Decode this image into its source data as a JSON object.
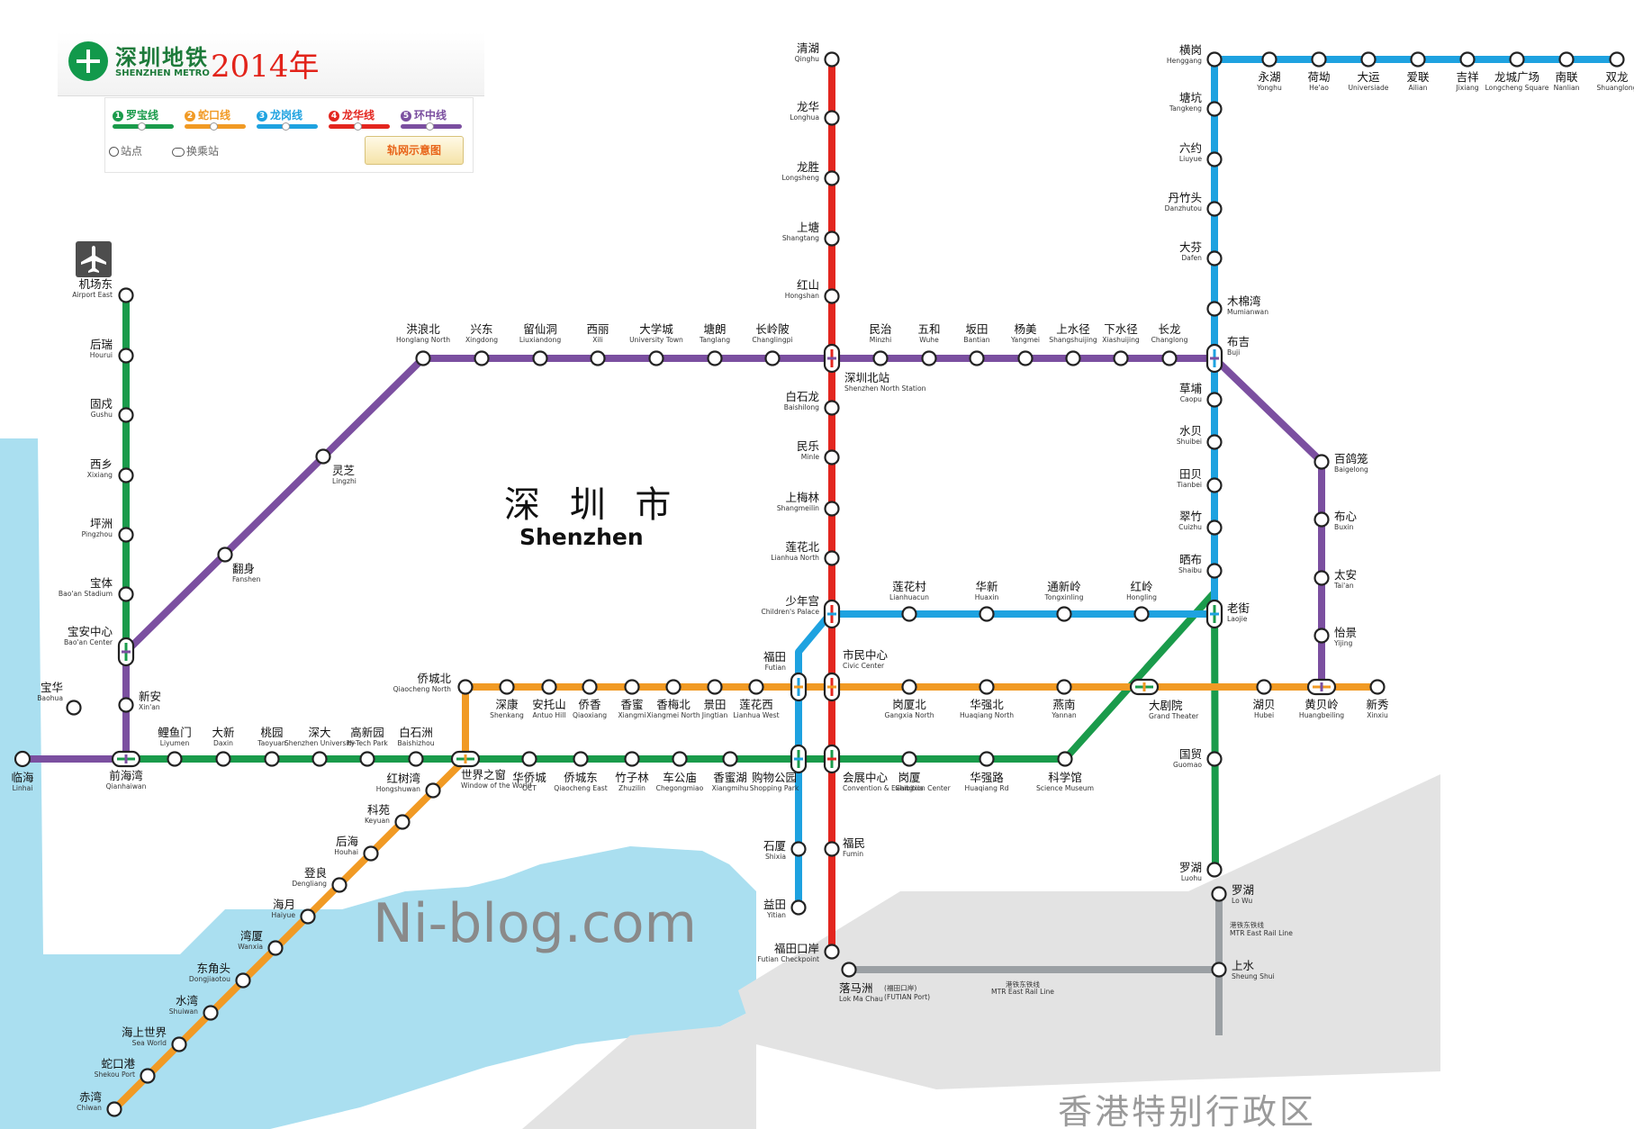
{
  "legend": {
    "logo_cn": "深圳地铁",
    "logo_en": "SHENZHEN METRO",
    "year": "2014年",
    "line1": "罗宝线",
    "line2": "蛇口线",
    "line3": "龙岗线",
    "line4": "龙华线",
    "line5": "环中线",
    "station_label": "站点",
    "transfer_label": "换乘站",
    "button_label": "轨网示意图"
  },
  "colors": {
    "line1": "#1a9b4b",
    "line2": "#f19a24",
    "line3": "#1ea2e0",
    "line4": "#e3261f",
    "line5": "#7b4fa0",
    "mtr": "#9ba0a4",
    "water": "#aadff0",
    "hk_land": "#e3e3e3"
  },
  "labels": {
    "city_cn": "深 圳 市",
    "city_en": "Shenzhen",
    "watermark": "Ni-blog.com",
    "hk": "香港特别行政区",
    "mtr_cn": "港铁东铁线",
    "mtr_en": "MTR East Rail Line"
  },
  "stations": {
    "airport_east": {
      "cn": "机场东",
      "en": "Airport East"
    },
    "hourui": {
      "cn": "后瑞",
      "en": "Hourui"
    },
    "gushu": {
      "cn": "固戍",
      "en": "Gushu"
    },
    "xixiang": {
      "cn": "西乡",
      "en": "Xixiang"
    },
    "pingzhou": {
      "cn": "坪洲",
      "en": "Pingzhou"
    },
    "baoan_stadium": {
      "cn": "宝体",
      "en": "Bao'an Stadium"
    },
    "baoan_center": {
      "cn": "宝安中心",
      "en": "Bao'an Center"
    },
    "xinan": {
      "cn": "新安",
      "en": "Xin'an"
    },
    "qianhaiwan": {
      "cn": "前海湾",
      "en": "Qianhaiwan"
    },
    "liyumen": {
      "cn": "鲤鱼门",
      "en": "Liyumen"
    },
    "daxin": {
      "cn": "大新",
      "en": "Daxin"
    },
    "taoyuan": {
      "cn": "桃园",
      "en": "Taoyuan"
    },
    "shenzhen_university": {
      "cn": "深大",
      "en": "Shenzhen University"
    },
    "hitech_park": {
      "cn": "高新园",
      "en": "Hi-Tech Park"
    },
    "baishizhou": {
      "cn": "白石洲",
      "en": "Baishizhou"
    },
    "window_world": {
      "cn": "世界之窗",
      "en": "Window of the World"
    },
    "oct": {
      "cn": "华侨城",
      "en": "OCT"
    },
    "qiaocheng_east": {
      "cn": "侨城东",
      "en": "Qiaocheng East"
    },
    "zhuzilin": {
      "cn": "竹子林",
      "en": "Zhuzilin"
    },
    "chegongmiao": {
      "cn": "车公庙",
      "en": "Chegongmiao"
    },
    "xiangmihu": {
      "cn": "香蜜湖",
      "en": "Xiangmihu"
    },
    "shopping_park": {
      "cn": "购物公园",
      "en": "Shopping Park"
    },
    "convention_center": {
      "cn": "会展中心",
      "en": "Convention & Exhibition Center"
    },
    "gangxia": {
      "cn": "岗厦",
      "en": "Gangxia"
    },
    "huaqiang_rd": {
      "cn": "华强路",
      "en": "Huaqiang Rd"
    },
    "science_museum": {
      "cn": "科学馆",
      "en": "Science Museum"
    },
    "grand_theater": {
      "cn": "大剧院",
      "en": "Grand Theater"
    },
    "laojie": {
      "cn": "老街",
      "en": "Laojie"
    },
    "guomao": {
      "cn": "国贸",
      "en": "Guomao"
    },
    "luohu": {
      "cn": "罗湖",
      "en": "Luohu"
    },
    "linhai": {
      "cn": "临海",
      "en": "Linhai"
    },
    "baohua": {
      "cn": "宝华",
      "en": "Baohua"
    },
    "fanshen": {
      "cn": "翻身",
      "en": "Fanshen"
    },
    "lingzhi": {
      "cn": "灵芝",
      "en": "Lingzhi"
    },
    "honglang_north": {
      "cn": "洪浪北",
      "en": "Honglang North"
    },
    "xingdong": {
      "cn": "兴东",
      "en": "Xingdong"
    },
    "liuxiandong": {
      "cn": "留仙洞",
      "en": "Liuxiandong"
    },
    "xili": {
      "cn": "西丽",
      "en": "Xili"
    },
    "university_town": {
      "cn": "大学城",
      "en": "University Town"
    },
    "tanglang": {
      "cn": "塘朗",
      "en": "Tanglang"
    },
    "changlingpi": {
      "cn": "长岭陂",
      "en": "Changlingpi"
    },
    "shenzhen_north": {
      "cn": "深圳北站",
      "en": "Shenzhen North Station"
    },
    "minzhi": {
      "cn": "民治",
      "en": "Minzhi"
    },
    "wuhe": {
      "cn": "五和",
      "en": "Wuhe"
    },
    "bantian": {
      "cn": "坂田",
      "en": "Bantian"
    },
    "yangmei": {
      "cn": "杨美",
      "en": "Yangmei"
    },
    "shangshuijing": {
      "cn": "上水径",
      "en": "Shangshuijing"
    },
    "xiashuijing": {
      "cn": "下水径",
      "en": "Xiashuijing"
    },
    "changlong": {
      "cn": "长龙",
      "en": "Changlong"
    },
    "buji": {
      "cn": "布吉",
      "en": "Buji"
    },
    "baigelong": {
      "cn": "百鸽笼",
      "en": "Baigelong"
    },
    "buxin": {
      "cn": "布心",
      "en": "Buxin"
    },
    "taian": {
      "cn": "太安",
      "en": "Tai'an"
    },
    "yijing": {
      "cn": "怡景",
      "en": "Yijing"
    },
    "huangbeiling": {
      "cn": "黄贝岭",
      "en": "Huangbeiling"
    },
    "qinghu": {
      "cn": "清湖",
      "en": "Qinghu"
    },
    "longhua": {
      "cn": "龙华",
      "en": "Longhua"
    },
    "longsheng": {
      "cn": "龙胜",
      "en": "Longsheng"
    },
    "shangtang": {
      "cn": "上塘",
      "en": "Shangtang"
    },
    "hongshan": {
      "cn": "红山",
      "en": "Hongshan"
    },
    "baishilong": {
      "cn": "白石龙",
      "en": "Baishilong"
    },
    "minle": {
      "cn": "民乐",
      "en": "Minle"
    },
    "shangmeilin": {
      "cn": "上梅林",
      "en": "Shangmeilin"
    },
    "lianhua_north": {
      "cn": "莲花北",
      "en": "Lianhua North"
    },
    "childrens_palace": {
      "cn": "少年宫",
      "en": "Children's Palace"
    },
    "civic_center": {
      "cn": "市民中心",
      "en": "Civic Center"
    },
    "fumin": {
      "cn": "福民",
      "en": "Fumin"
    },
    "futian_checkpoint": {
      "cn": "福田口岸",
      "en": "Futian Checkpoint"
    },
    "lianhuacun": {
      "cn": "莲花村",
      "en": "Lianhuacun"
    },
    "huaxin": {
      "cn": "华新",
      "en": "Huaxin"
    },
    "tongxinling": {
      "cn": "通新岭",
      "en": "Tongxinling"
    },
    "hongling": {
      "cn": "红岭",
      "en": "Hongling"
    },
    "futian": {
      "cn": "福田",
      "en": "Futian"
    },
    "shixia": {
      "cn": "石厦",
      "en": "Shixia"
    },
    "yitian": {
      "cn": "益田",
      "en": "Yitian"
    },
    "caopu": {
      "cn": "草埔",
      "en": "Caopu"
    },
    "shuibei": {
      "cn": "水贝",
      "en": "Shuibei"
    },
    "tianbei": {
      "cn": "田贝",
      "en": "Tianbei"
    },
    "cuizhu": {
      "cn": "翠竹",
      "en": "Cuizhu"
    },
    "shaibu": {
      "cn": "晒布",
      "en": "Shaibu"
    },
    "mumianwan": {
      "cn": "木棉湾",
      "en": "Mumianwan"
    },
    "dafen": {
      "cn": "大芬",
      "en": "Dafen"
    },
    "danzhutou": {
      "cn": "丹竹头",
      "en": "Danzhutou"
    },
    "liuyue": {
      "cn": "六约",
      "en": "Liuyue"
    },
    "tangkeng": {
      "cn": "塘坑",
      "en": "Tangkeng"
    },
    "henggang": {
      "cn": "横岗",
      "en": "Henggang"
    },
    "yonghu": {
      "cn": "永湖",
      "en": "Yonghu"
    },
    "heao": {
      "cn": "荷坳",
      "en": "He'ao"
    },
    "universiade": {
      "cn": "大运",
      "en": "Universiade"
    },
    "ailian": {
      "cn": "爱联",
      "en": "Ailian"
    },
    "jixiang": {
      "cn": "吉祥",
      "en": "Jixiang"
    },
    "longcheng_square": {
      "cn": "龙城广场",
      "en": "Longcheng Square"
    },
    "nanlian": {
      "cn": "南联",
      "en": "Nanlian"
    },
    "shuanglong": {
      "cn": "双龙",
      "en": "Shuanglong"
    },
    "qiaocheng_north": {
      "cn": "侨城北",
      "en": "Qiaocheng North"
    },
    "shenkang": {
      "cn": "深康",
      "en": "Shenkang"
    },
    "antuo_hill": {
      "cn": "安托山",
      "en": "Antuo Hill"
    },
    "qiaoxiang": {
      "cn": "侨香",
      "en": "Qiaoxiang"
    },
    "xiangmi": {
      "cn": "香蜜",
      "en": "Xiangmi"
    },
    "xiangmei_north": {
      "cn": "香梅北",
      "en": "Xiangmei North"
    },
    "jingtian": {
      "cn": "景田",
      "en": "Jingtian"
    },
    "lianhua_west": {
      "cn": "莲花西",
      "en": "Lianhua West"
    },
    "gangxia_north": {
      "cn": "岗厦北",
      "en": "Gangxia North"
    },
    "huaqiang_north": {
      "cn": "华强北",
      "en": "Huaqiang North"
    },
    "yannan": {
      "cn": "燕南",
      "en": "Yannan"
    },
    "hubei": {
      "cn": "湖贝",
      "en": "Hubei"
    },
    "xinxiu": {
      "cn": "新秀",
      "en": "Xinxiu"
    },
    "hongshuwan": {
      "cn": "红树湾",
      "en": "Hongshuwan"
    },
    "keyuan": {
      "cn": "科苑",
      "en": "Keyuan"
    },
    "houhai": {
      "cn": "后海",
      "en": "Houhai"
    },
    "dengliang": {
      "cn": "登良",
      "en": "Dengliang"
    },
    "haiyue": {
      "cn": "海月",
      "en": "Haiyue"
    },
    "wanxia": {
      "cn": "湾厦",
      "en": "Wanxia"
    },
    "dongjiaotou": {
      "cn": "东角头",
      "en": "Dongjiaotou"
    },
    "shuiwan": {
      "cn": "水湾",
      "en": "Shuiwan"
    },
    "sea_world": {
      "cn": "海上世界",
      "en": "Sea World"
    },
    "shekou_port": {
      "cn": "蛇口港",
      "en": "Shekou Port"
    },
    "chiwan": {
      "cn": "赤湾",
      "en": "Chiwan"
    },
    "lo_wu": {
      "cn": "罗湖",
      "en": "Lo Wu"
    },
    "sheung_shui": {
      "cn": "上水",
      "en": "Sheung Shui"
    },
    "lok_ma_chau": {
      "cn": "落马洲",
      "en": "Lok Ma Chau"
    },
    "lok_ma_chau_note": {
      "cn": "(福田口岸)",
      "en": "(FUTIAN Port)"
    }
  }
}
